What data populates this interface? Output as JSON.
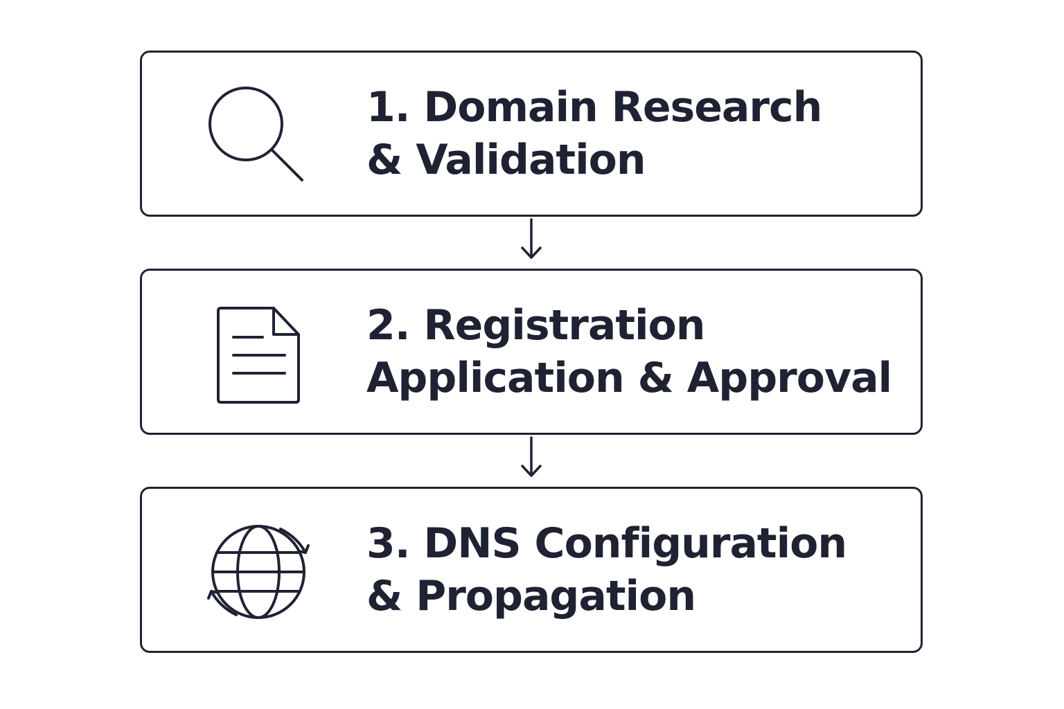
{
  "colors": {
    "stroke": "#1f2233",
    "text": "#1f2233",
    "background": "#ffffff"
  },
  "steps": [
    {
      "icon": "magnifying-glass-icon",
      "lines": [
        "1. Domain Research",
        "& Validation"
      ]
    },
    {
      "icon": "document-icon",
      "lines": [
        "2. Registration",
        "Application & Approval"
      ]
    },
    {
      "icon": "globe-sync-icon",
      "lines": [
        "3. DNS Configuration",
        "& Propagation"
      ]
    }
  ]
}
